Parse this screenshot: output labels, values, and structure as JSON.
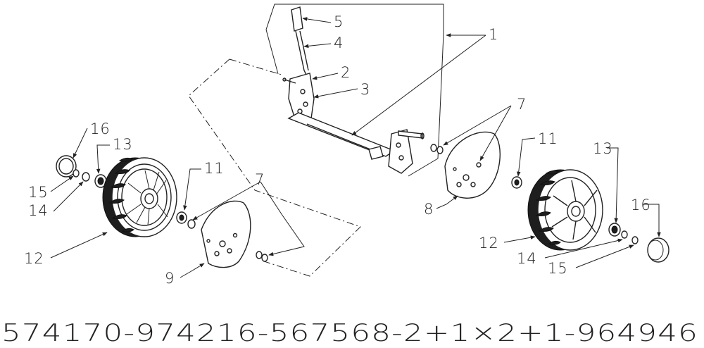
{
  "callouts": {
    "c1": "1",
    "c2": "2",
    "c3": "3",
    "c4": "4",
    "c5": "5",
    "c7_right": "7",
    "c7_left": "7",
    "c8": "8",
    "c9": "9",
    "c11_right": "11",
    "c11_left": "11",
    "c12_right": "12",
    "c12_left": "12",
    "c13_right": "13",
    "c13_left": "13",
    "c14_right": "14",
    "c14_left": "14",
    "c15_right": "15",
    "c15_left": "15",
    "c16_right": "16",
    "c16_left": "16"
  },
  "part_code": "574170-974216-567568-2+1×2+1-964946"
}
